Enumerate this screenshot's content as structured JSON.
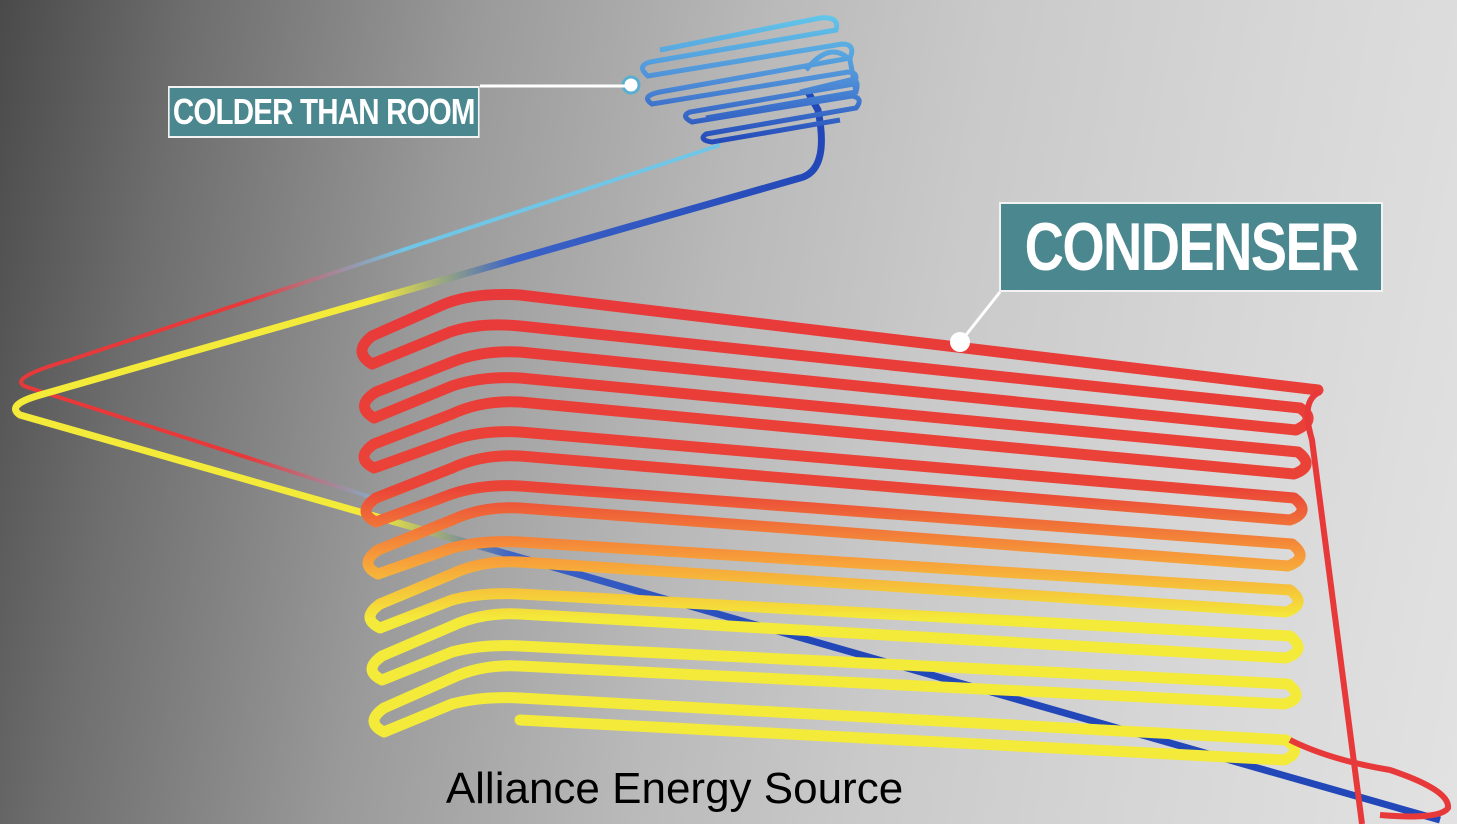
{
  "labels": {
    "colder": "COLDER THAN ROOM",
    "condenser": "CONDENSER"
  },
  "caption": "Alliance Energy Source",
  "colors": {
    "callout_fill": "#4b878e",
    "hot": "#e8393a",
    "warm": "#f7a23a",
    "cool_yellow": "#f4ea3a",
    "cold_light": "#62c7ea",
    "cold_dark": "#2247b8"
  }
}
